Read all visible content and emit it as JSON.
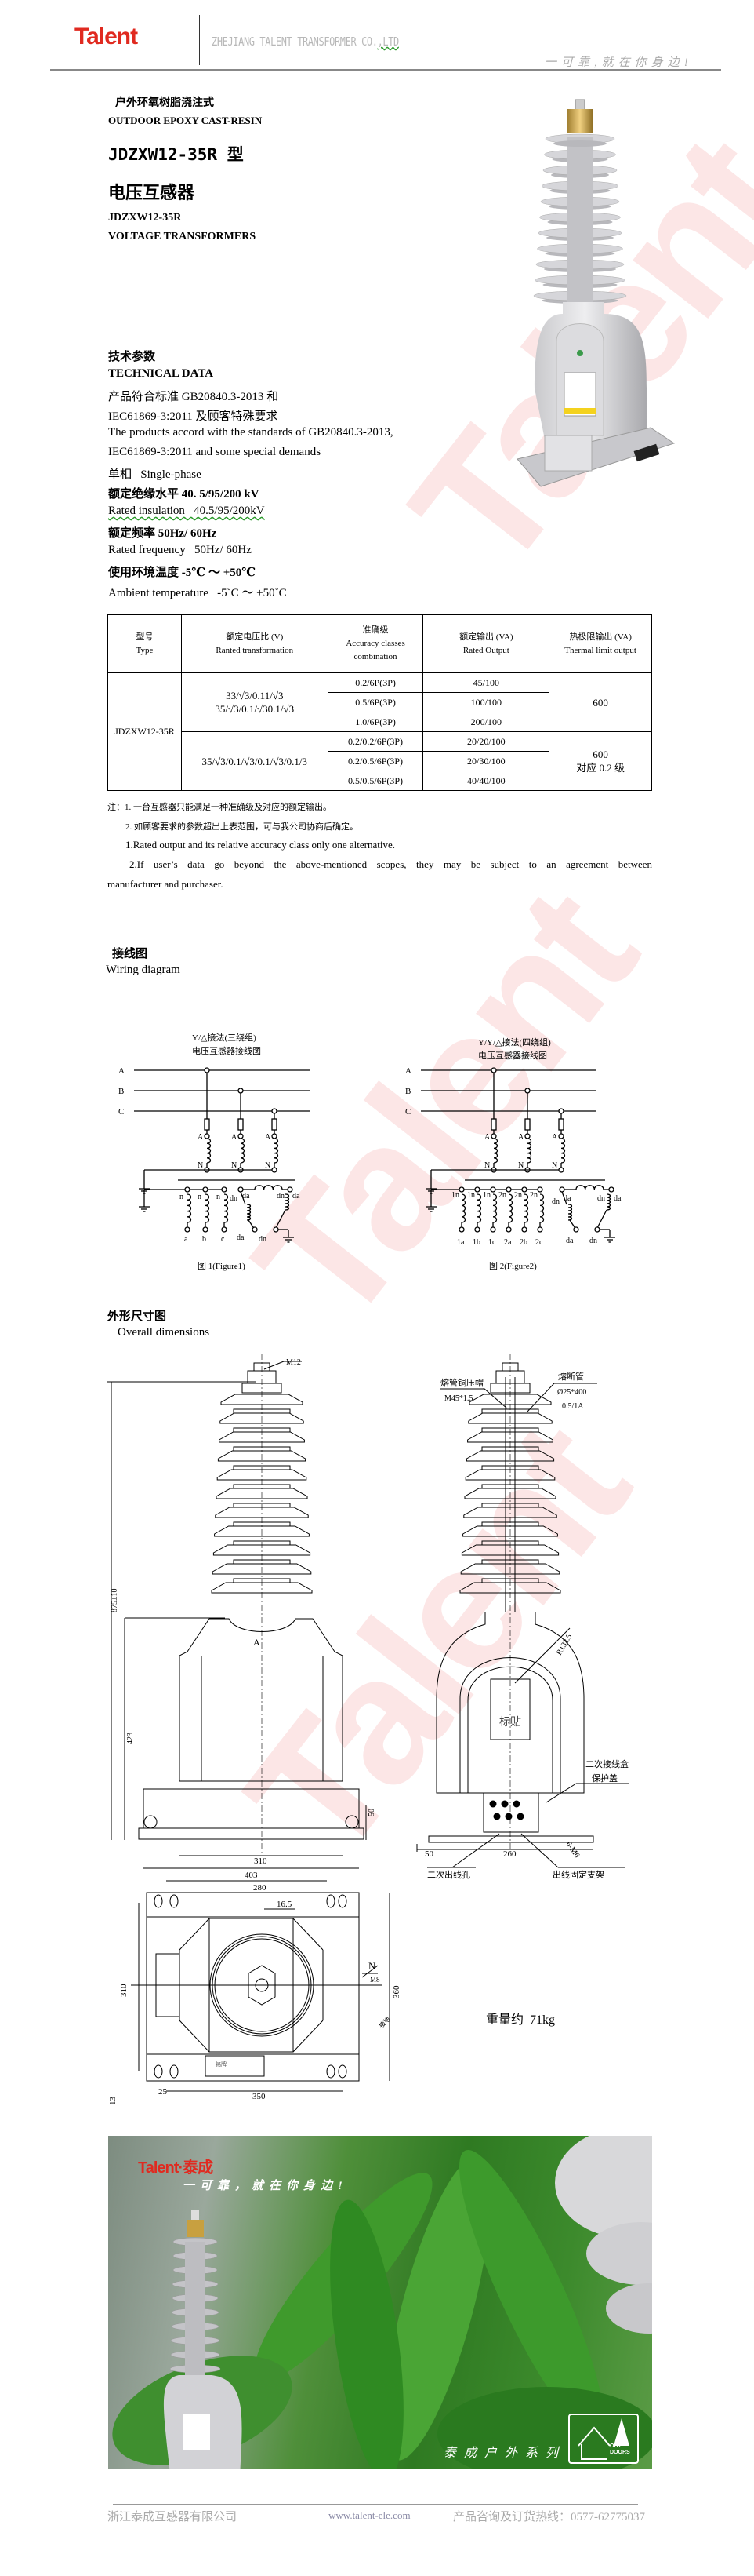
{
  "header": {
    "logo": "Talent",
    "company": "ZHEJIANG TALENT TRANSFORMER CO.",
    "company_suffix": ",LTD",
    "slogan": "一可靠,就在你身边!"
  },
  "watermark": "Talent",
  "title": {
    "cn_type": "户外环氧树脂浇注式",
    "en_type": "OUTDOOR EPOXY CAST-RESIN",
    "model_cn": "JDZXW12-35R 型",
    "name_cn": "电压互感器",
    "model_en": "JDZXW12-35R",
    "name_en": "VOLTAGE TRANSFORMERS"
  },
  "tech": {
    "heading_cn": "技术参数",
    "heading_en": "TECHNICAL DATA",
    "lines": [
      "产品符合标准 GB20840.3-2013 和",
      "IEC61869-3:2011 及顾客特殊要求",
      "The products accord with the standards of GB20840.3-2013,",
      "IEC61869-3:2011 and some special demands",
      "单相   Single-phase",
      "额定绝缘水平 40. 5/95/200 kV",
      "Rated insulation   40.5/95/200kV",
      "额定频率 50Hz/ 60Hz",
      "Rated frequency   50Hz/ 60Hz",
      "使用环境温度 -5℃ ～ +50℃",
      "Ambient temperature   -5˚C ～ +50˚C"
    ]
  },
  "table": {
    "headers": [
      {
        "cn": "型号",
        "en": "Type"
      },
      {
        "cn": "额定电压比 (V)",
        "en": "Ranted transformation"
      },
      {
        "cn": "准确级",
        "en": "Accuracy classes",
        "en2": "combination"
      },
      {
        "cn": "额定输出 (VA)",
        "en": "Rated Output"
      },
      {
        "cn": "热极限输出 (VA)",
        "en": "Thermal limit output"
      }
    ],
    "type": "JDZXW12-35R",
    "group1": {
      "ratio_line1": "33/√3/0.11/√3",
      "ratio_line2": "35/√3/0.1/√30.1/√3",
      "rows": [
        {
          "accuracy": "0.2/6P(3P)",
          "output": "45/100"
        },
        {
          "accuracy": "0.5/6P(3P)",
          "output": "100/100"
        },
        {
          "accuracy": "1.0/6P(3P)",
          "output": "200/100"
        }
      ],
      "thermal": "600"
    },
    "group2": {
      "ratio": "35/√3/0.1/√3/0.1/√3/0.1/3",
      "rows": [
        {
          "accuracy": "0.2/0.2/6P(3P)",
          "output": "20/20/100"
        },
        {
          "accuracy": "0.2/0.5/6P(3P)",
          "output": "20/30/100"
        },
        {
          "accuracy": "0.5/0.5/6P(3P)",
          "output": "40/40/100"
        }
      ],
      "thermal": "600",
      "thermal_note": "对应 0.2 级"
    }
  },
  "notes": {
    "cn1": "注：1. 一台互感器只能满足一种准确级及对应的额定输出。",
    "cn2": "2. 如顾客要求的参数超出上表范围，可与我公司协商后确定。",
    "en1": "1.Rated output and its relative accuracy class only one alternative.",
    "en2a": "2.If user’s data go beyond the above-mentioned scopes, they may be subject to an agreement between",
    "en2b": "manufacturer and purchaser."
  },
  "wiring": {
    "heading_cn": "接线图",
    "heading_en": "Wiring diagram",
    "fig1": {
      "title1": "Y/△接法(三绕组)",
      "title2": "电压互感器接线图",
      "caption": "图 1(Figure1)",
      "bus": [
        "A",
        "B",
        "C"
      ],
      "primary_top": "A",
      "primary_bottom": "N",
      "sec_top": [
        "n",
        "n",
        "n"
      ],
      "sec_bottom": [
        "a",
        "b",
        "c"
      ],
      "delta_top": [
        "dn",
        "da",
        "dn",
        "da"
      ],
      "delta_bottom": [
        "da",
        "dn"
      ]
    },
    "fig2": {
      "title1": "Y/Y/△接法(四绕组)",
      "title2": "电压互感器接线图",
      "caption": "图 2(Figure2)",
      "bus": [
        "A",
        "B",
        "C"
      ],
      "primary_top": "A",
      "primary_bottom": "N",
      "sec_top": [
        "1n",
        "1n",
        "1n",
        "2n",
        "2n",
        "2n"
      ],
      "sec_bottom": [
        "1a",
        "1b",
        "1c",
        "2a",
        "2b",
        "2c"
      ],
      "delta_top": [
        "dn",
        "da",
        "dn",
        "da"
      ],
      "delta_bottom": [
        "da",
        "dn"
      ]
    }
  },
  "dimensions": {
    "heading_cn": "外形尺寸图",
    "heading_en": "Overall dimensions",
    "labels": {
      "m12": "M12",
      "height": "875±10",
      "body_height": "423",
      "base_h": "50",
      "w310": "310",
      "w403": "403",
      "phase_mark": "A",
      "fuse_cap": "熔管铜压帽",
      "fuse_cap_spec": "M45*1.5",
      "fuse_tube": "熔断管",
      "fuse_tube_spec": "Ø25*400",
      "fuse_rating": "0.5/1A",
      "radius": "R132.5",
      "label_plate": "标贴",
      "sec_box": "二次接线盒",
      "sec_cover": "保护盖",
      "side_50": "50",
      "side_260": "260",
      "side_m6": "6-M6",
      "sec_hole": "二次出线孔",
      "bracket": "出线固定支架",
      "b280": "280",
      "b16_5": "16.5",
      "b310": "310",
      "b360": "360",
      "n_mark": "N",
      "m8": "M8",
      "ground": "接地",
      "b25": "25",
      "b13": "13",
      "b350": "350",
      "nameplate": "铭牌"
    },
    "weight": "重量约  71kg"
  },
  "banner": {
    "logo": "Talent·泰成",
    "slogan": "一可靠，就在你身边!",
    "series": "泰成户外系列",
    "badge": "OUT DOORS"
  },
  "footer": {
    "company": "浙江泰成互感器有限公司",
    "website": "www.talent-ele.com",
    "hotline": "产品咨询及订货热线：0577-62775037"
  }
}
